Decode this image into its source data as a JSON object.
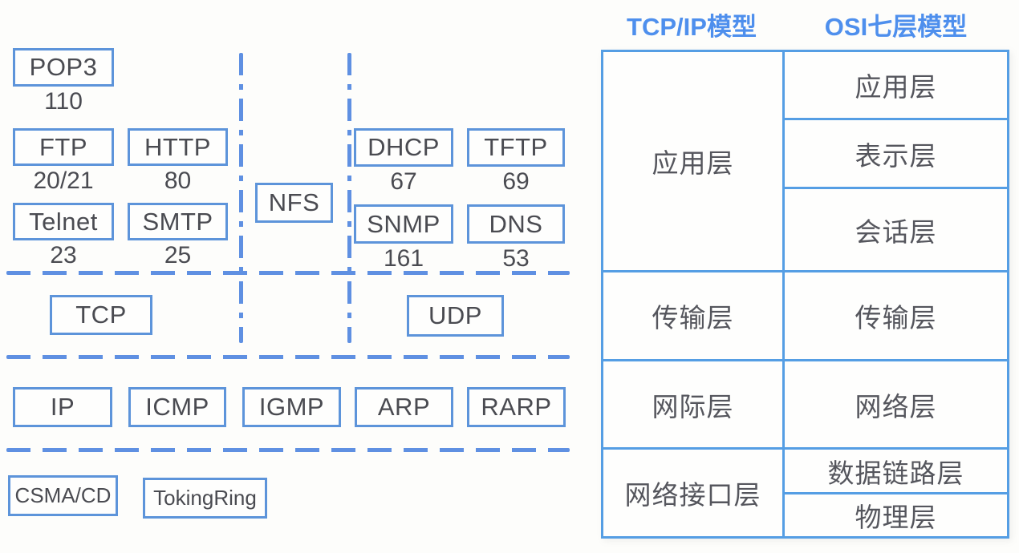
{
  "stack": {
    "application_protocols": [
      {
        "label": "POP3",
        "port": "110"
      },
      {
        "label": "FTP",
        "port": "20/21"
      },
      {
        "label": "HTTP",
        "port": "80"
      },
      {
        "label": "Telnet",
        "port": "23"
      },
      {
        "label": "SMTP",
        "port": "25"
      },
      {
        "label": "NFS",
        "port": ""
      },
      {
        "label": "DHCP",
        "port": "67"
      },
      {
        "label": "TFTP",
        "port": "69"
      },
      {
        "label": "SNMP",
        "port": "161"
      },
      {
        "label": "DNS",
        "port": "53"
      }
    ],
    "transport_protocols": [
      {
        "label": "TCP"
      },
      {
        "label": "UDP"
      }
    ],
    "internet_protocols": [
      {
        "label": "IP"
      },
      {
        "label": "ICMP"
      },
      {
        "label": "IGMP"
      },
      {
        "label": "ARP"
      },
      {
        "label": "RARP"
      }
    ],
    "link_protocols": [
      {
        "label": "CSMA/CD"
      },
      {
        "label": "TokingRing"
      }
    ]
  },
  "table": {
    "header_tcpip": "TCP/IP模型",
    "header_osi": "OSI七层模型",
    "tcpip_layers": [
      "应用层",
      "传输层",
      "网际层",
      "网络接口层"
    ],
    "osi_layers": [
      "应用层",
      "表示层",
      "会话层",
      "传输层",
      "网络层",
      "数据链路层",
      "物理层"
    ]
  },
  "colors": {
    "box_border": "#5d94da",
    "table_border": "#559ee4",
    "dashed_line": "#5f90e2",
    "header_text": "#4e8fed",
    "label_text": "#4a4b51"
  }
}
